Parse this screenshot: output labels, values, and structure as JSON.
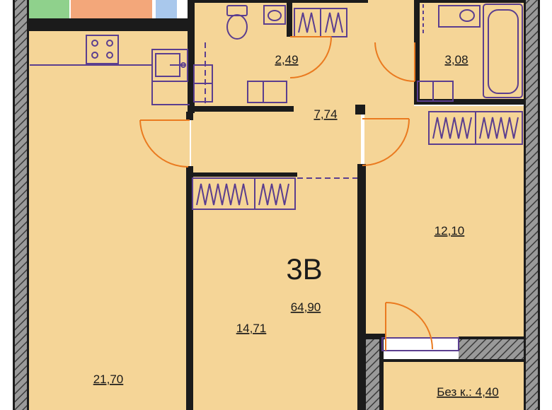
{
  "plan": {
    "type_label": "3B",
    "total_area": "64,90",
    "rooms": {
      "bath": "2,49",
      "wc": "3,08",
      "hall": "7,74",
      "bedroom1": "12,10",
      "bedroom2": "14,71",
      "living": "21,70",
      "balcony": "Без к.: 4,40"
    }
  },
  "colors": {
    "floor": "#f5d597",
    "wall": "#1b1b1b",
    "furniture": "#5b3e8f",
    "door": "#ea7a1f",
    "neighbor_green": "#8fd18c",
    "neighbor_orange": "#f3a77a",
    "neighbor_blue": "#a9c8ec"
  }
}
